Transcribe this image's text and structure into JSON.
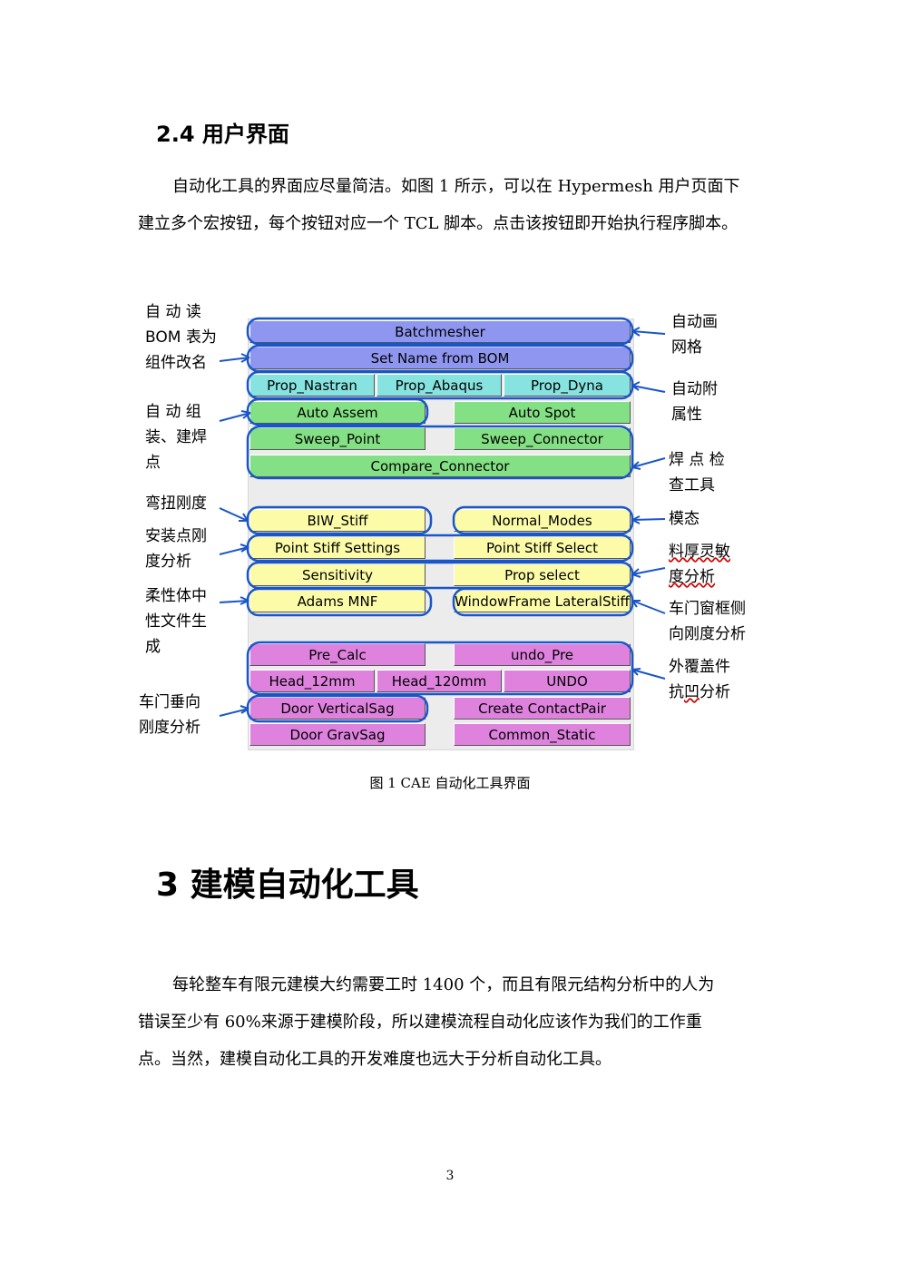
{
  "section_2_4": {
    "heading": "2.4  用户界面",
    "para_lines": [
      "自动化工具的界面应尽量简洁。如图 1 所示，可以在 Hypermesh 用户页面下",
      "建立多个宏按钮，每个按钮对应一个 TCL 脚本。点击该按钮即开始执行程序脚本。"
    ]
  },
  "figure": {
    "caption": "图 1  CAE 自动化工具界面",
    "buttons": [
      {
        "id": "batchmesher",
        "label": "Batchmesher"
      },
      {
        "id": "set-name",
        "label": "Set Name from BOM"
      },
      {
        "id": "prop-nastran",
        "label": "Prop_Nastran"
      },
      {
        "id": "prop-abaqus",
        "label": "Prop_Abaqus"
      },
      {
        "id": "prop-dyna",
        "label": "Prop_Dyna"
      },
      {
        "id": "auto-assem",
        "label": "Auto Assem"
      },
      {
        "id": "auto-spot",
        "label": "Auto Spot"
      },
      {
        "id": "sweep-point",
        "label": "Sweep_Point"
      },
      {
        "id": "sweep-connector",
        "label": "Sweep_Connector"
      },
      {
        "id": "compare-connector",
        "label": "Compare_Connector"
      },
      {
        "id": "biw-stiff",
        "label": "BIW_Stiff"
      },
      {
        "id": "normal-modes",
        "label": "Normal_Modes"
      },
      {
        "id": "point-stiff-settings",
        "label": "Point Stiff Settings"
      },
      {
        "id": "point-stiff-select",
        "label": "Point Stiff Select"
      },
      {
        "id": "sensitivity",
        "label": "Sensitivity"
      },
      {
        "id": "prop-select",
        "label": "Prop select"
      },
      {
        "id": "adams-mnf",
        "label": "Adams MNF"
      },
      {
        "id": "windowframe",
        "label": "WindowFrame LateralStiff"
      },
      {
        "id": "pre-calc",
        "label": "Pre_Calc"
      },
      {
        "id": "undo-pre",
        "label": "undo_Pre"
      },
      {
        "id": "head-12mm",
        "label": "Head_12mm"
      },
      {
        "id": "head-120mm",
        "label": "Head_120mm"
      },
      {
        "id": "undo",
        "label": "UNDO"
      },
      {
        "id": "door-verticalsag",
        "label": "Door VerticalSag"
      },
      {
        "id": "create-contactpair",
        "label": "Create ContactPair"
      },
      {
        "id": "door-gravsag",
        "label": "Door GravSag"
      },
      {
        "id": "common-static",
        "label": "Common_Static"
      }
    ],
    "left_labels": {
      "auto_read_bom": "自 动 读\nBOM 表为\n组件改名",
      "auto_assembly": "自 动 组\n装、建焊\n点",
      "bending_torsion": "弯扭刚度",
      "mount_point": "安装点刚\n度分析",
      "flexible_body": "柔性体中\n性文件生\n成",
      "door_sag": "车门垂向\n刚度分析"
    },
    "right_labels": {
      "auto_mesh": "自动画\n网格",
      "auto_prop": "自动附\n属性",
      "weld_check": "焊 点 检\n查工具",
      "modal": "模态",
      "thickness_line1": "料厚灵敏",
      "thickness_line2": "度分析",
      "door_frame": "车门窗框侧\n向刚度分析",
      "panel_line1": "外覆盖件",
      "panel_line2_a": "抗",
      "panel_line2_b": "凹",
      "panel_line2_c": "分析"
    },
    "colors": {
      "blue": "#8f96f0",
      "cyan": "#86e3e0",
      "green": "#84e084",
      "yellow": "#fbfba8",
      "pink": "#de82de",
      "annotation": "#1a56c8"
    }
  },
  "section_3": {
    "heading": "3  建模自动化工具",
    "para_lines": [
      "每轮整车有限元建模大约需要工时 1400 个，而且有限元结构分析中的人为",
      "错误至少有  60%来源于建模阶段，所以建模流程自动化应该作为我们的工作重",
      "点。当然，建模自动化工具的开发难度也远大于分析自动化工具。"
    ]
  },
  "page_number": "3"
}
